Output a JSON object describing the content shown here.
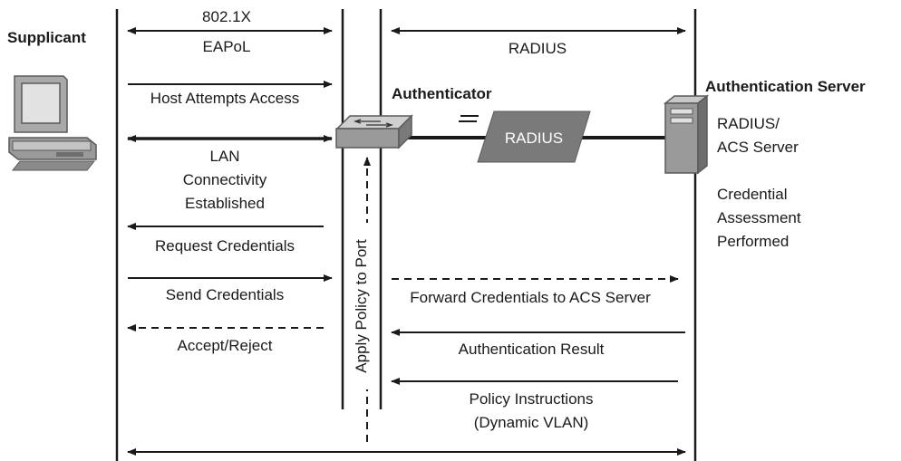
{
  "roles": {
    "supplicant": "Supplicant",
    "authenticator": "Authenticator",
    "auth_server": "Authentication Server"
  },
  "protocols": {
    "p8021x": "802.1X",
    "eapol": "EAPoL",
    "radius_top": "RADIUS",
    "radius_cloud": "RADIUS"
  },
  "server_labels": {
    "line1": "RADIUS/",
    "line2": "ACS Server",
    "assess1": "Credential",
    "assess2": "Assessment",
    "assess3": "Performed"
  },
  "flows": {
    "host_attempts": "Host Attempts Access",
    "lan1": "LAN",
    "lan2": "Connectivity",
    "lan3": "Established",
    "request_creds": "Request Credentials",
    "send_creds": "Send Credentials",
    "forward_creds": "Forward Credentials to ACS Server",
    "accept_reject": "Accept/Reject",
    "auth_result": "Authentication Result",
    "policy1": "Policy Instructions",
    "policy2": "(Dynamic VLAN)",
    "apply_policy": "Apply Policy to Port"
  },
  "colors": {
    "line": "#1a1a1a",
    "device_gray": "#9a9a9a",
    "device_dark": "#6e6e6e",
    "radius_box": "#7a7a7a"
  },
  "icons": [
    "computer-icon",
    "switch-icon",
    "server-icon"
  ]
}
